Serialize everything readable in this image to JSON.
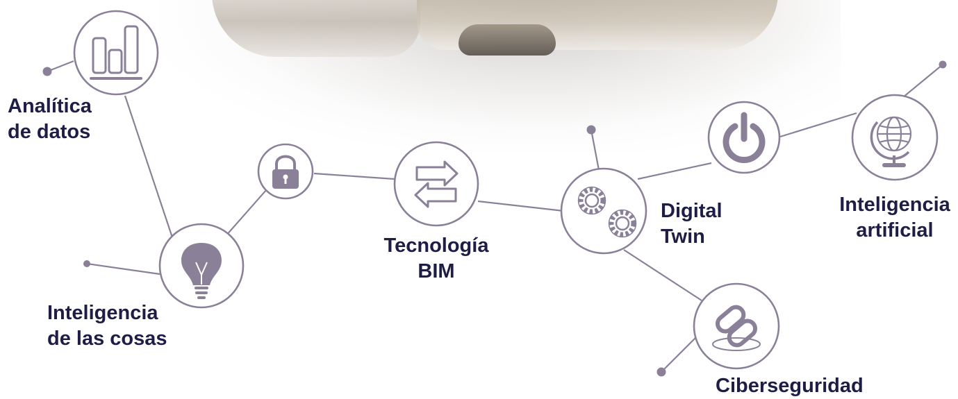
{
  "colors": {
    "line": "#8a8199",
    "circle_stroke": "#8a8199",
    "icon": "#8a8199",
    "text": "#1e1d46"
  },
  "nodes": {
    "analitica": {
      "icon": "bar-chart-icon",
      "label": [
        "Analítica",
        "de datos"
      ]
    },
    "intel_cosas": {
      "icon": "lightbulb-icon",
      "label": [
        "Inteligencia",
        "de las cosas"
      ]
    },
    "lock": {
      "icon": "lock-icon"
    },
    "bim": {
      "icon": "arrows-exchange-icon",
      "label": [
        "Tecnología",
        "BIM"
      ]
    },
    "digital_twin": {
      "icon": "gears-icon",
      "label": [
        "Digital",
        "Twin"
      ]
    },
    "power": {
      "icon": "power-icon"
    },
    "ia": {
      "icon": "globe-icon",
      "label": [
        "Inteligencia",
        "artificial"
      ]
    },
    "ciber": {
      "icon": "chain-link-icon",
      "label": [
        "Ciberseguridad"
      ]
    }
  }
}
